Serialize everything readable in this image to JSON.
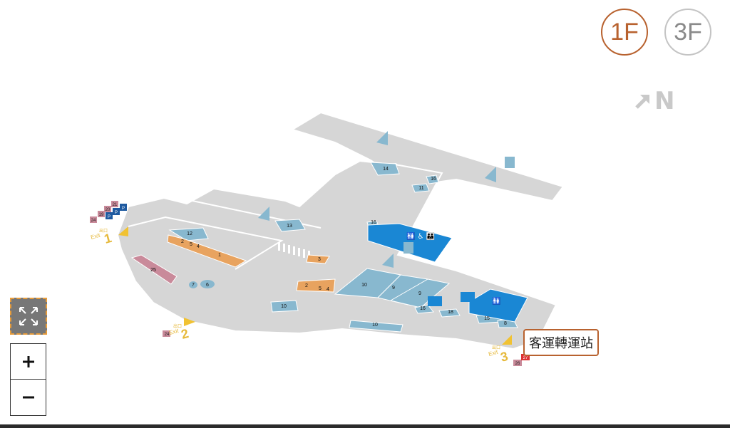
{
  "floors": [
    {
      "label": "1F",
      "active": true
    },
    {
      "label": "3F",
      "active": false
    }
  ],
  "compass": {
    "label": "N",
    "icon": "north-arrow-icon"
  },
  "station": {
    "label": "客運轉運站",
    "marker_number": "27"
  },
  "controls": {
    "fullscreen_icon": "fullscreen-icon",
    "zoom_in_label": "+",
    "zoom_out_label": "−"
  },
  "exits": [
    {
      "id": "exit-1",
      "cn": "出口",
      "en": "Exit",
      "number": "1"
    },
    {
      "id": "exit-2",
      "cn": "出口",
      "en": "Exit",
      "number": "2"
    },
    {
      "id": "exit-3",
      "cn": "出口",
      "en": "Exit",
      "number": "3"
    }
  ],
  "parking_markers": [
    "24",
    "19",
    "20",
    "21",
    "24",
    "26",
    "27"
  ],
  "parking_icon_label": "P",
  "area_labels": {
    "a12": "12",
    "a2a": "2",
    "a5a": "5",
    "a4a": "4",
    "a1": "1",
    "a25": "25",
    "a7": "7",
    "a6": "6",
    "a13": "13",
    "a14": "14",
    "a16a": "16",
    "a11": "11",
    "a16b": "16",
    "a3": "3",
    "a2b": "2",
    "a5b": "5",
    "a4b": "4",
    "a10a": "10",
    "a9a": "9",
    "a9b": "9",
    "a16c": "16",
    "a18": "18",
    "a15": "15",
    "a8": "8",
    "a10b": "10",
    "a10c": "10"
  },
  "colors": {
    "floor": "#d6d6d6",
    "shop": "#88b8cf",
    "food": "#e8a35f",
    "facility": "#1a87d4",
    "parking": "#1e5aa0",
    "exit": "#f1c232",
    "accent": "#b8622f"
  }
}
